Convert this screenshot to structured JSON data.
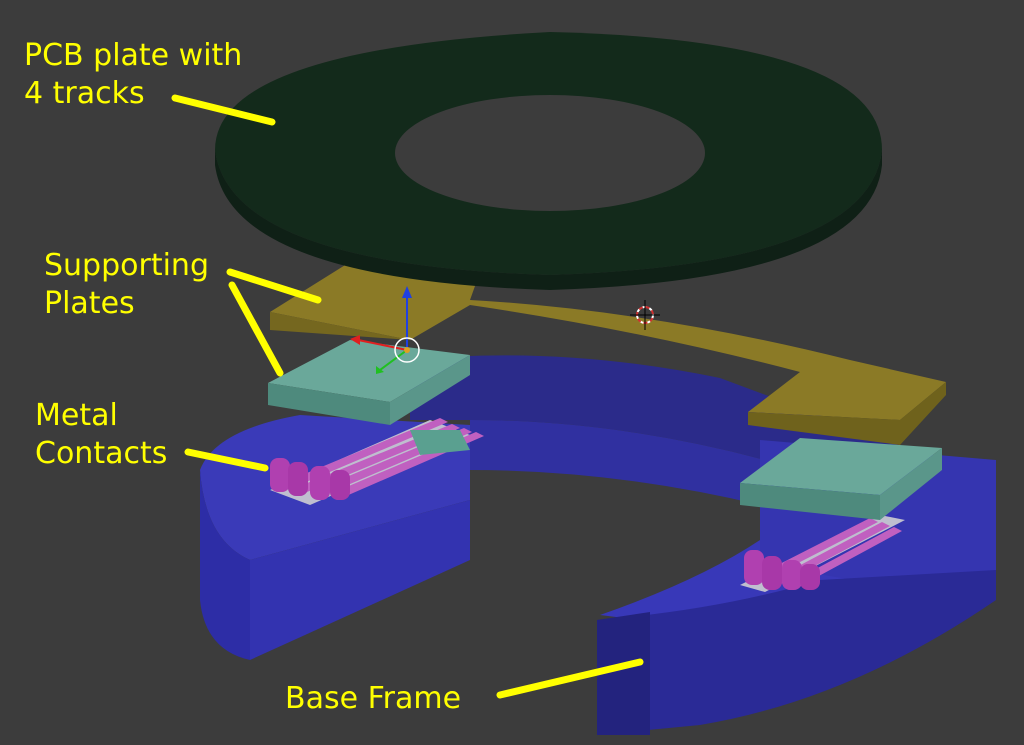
{
  "scene": {
    "background": "#3c3c3c",
    "colors": {
      "pcb": "#142b1c",
      "support": "#8b7a26",
      "plate": "#5d9e90",
      "base": "#2e2e9e",
      "contact": "#b040b0",
      "label": "#ffff00"
    }
  },
  "labels": {
    "pcb": {
      "line1": "PCB plate with",
      "line2": "4 tracks"
    },
    "supporting": {
      "line1": "Supporting",
      "line2": "Plates"
    },
    "metal": {
      "line1": "Metal",
      "line2": "Contacts"
    },
    "base": {
      "line1": "Base Frame"
    }
  }
}
